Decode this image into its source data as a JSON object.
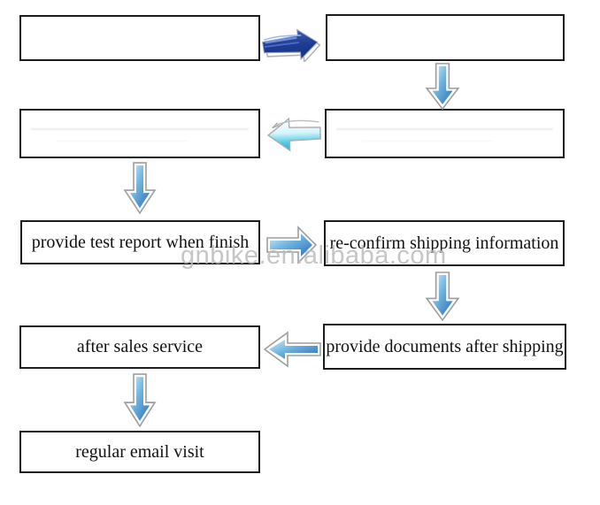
{
  "diagram": {
    "type": "flowchart",
    "watermark_text": "gnbike.en.alibaba.com",
    "colors": {
      "box_border": "#1c1c1c",
      "text": "#111111",
      "watermark": "#bdbdbd",
      "arrow_gloss_light": "#cfeef8",
      "arrow_gloss_mid": "#6db3de",
      "arrow_gloss_deep": "#2e6fb5",
      "arrow_navy": "#1f3c92",
      "arrow_cyan": "#2fc0e2",
      "arrow_outline": "#9e9e9e"
    },
    "nodes": [
      {
        "id": "step-1",
        "label": ""
      },
      {
        "id": "step-2",
        "label": ""
      },
      {
        "id": "step-3",
        "label": ""
      },
      {
        "id": "step-4",
        "label": ""
      },
      {
        "id": "step-5",
        "label": "provide test report when finish"
      },
      {
        "id": "step-6",
        "label": "re-confirm shipping information"
      },
      {
        "id": "step-7",
        "label": "provide documents after shipping"
      },
      {
        "id": "step-8",
        "label": "after sales service"
      },
      {
        "id": "step-9",
        "label": "regular email visit"
      }
    ],
    "connectors": [
      {
        "from": "step-1",
        "to": "step-2",
        "direction": "right"
      },
      {
        "from": "step-2",
        "to": "step-3",
        "direction": "down"
      },
      {
        "from": "step-3",
        "to": "step-4",
        "direction": "left"
      },
      {
        "from": "step-4",
        "to": "step-5",
        "direction": "down"
      },
      {
        "from": "step-5",
        "to": "step-6",
        "direction": "right"
      },
      {
        "from": "step-6",
        "to": "step-7",
        "direction": "down"
      },
      {
        "from": "step-7",
        "to": "step-8",
        "direction": "left"
      },
      {
        "from": "step-8",
        "to": "step-9",
        "direction": "down"
      }
    ]
  }
}
